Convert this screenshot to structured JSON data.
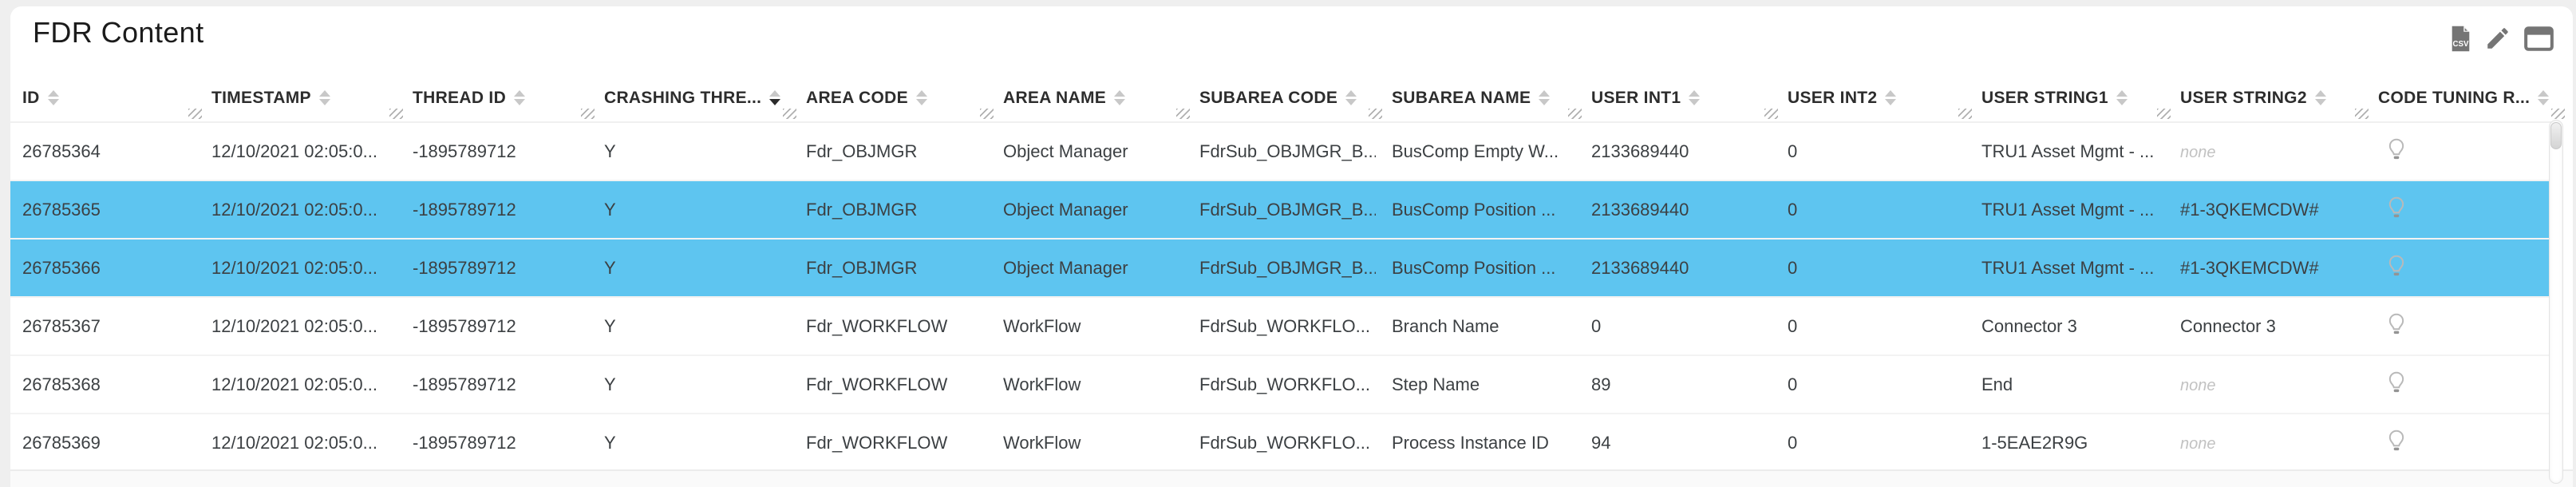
{
  "panel": {
    "title": "FDR Content"
  },
  "toolbar": {
    "csv_label": "CSV",
    "icons": [
      {
        "name": "export-csv-icon"
      },
      {
        "name": "edit-pencil-icon"
      },
      {
        "name": "popout-window-icon"
      }
    ]
  },
  "colors": {
    "selection_blue": "#5ec5f0",
    "icon_gray": "#757575",
    "muted_text": "#c2c2c2",
    "header_text": "#2d2d2d",
    "cell_text": "#3c4043"
  },
  "table": {
    "sorted_column": "crashing_thread",
    "sort_direction": "desc",
    "code_tuning_icon": "lightbulb-icon",
    "columns": [
      {
        "key": "id",
        "label": "ID",
        "sort": "none"
      },
      {
        "key": "timestamp",
        "label": "TIMESTAMP",
        "sort": "none"
      },
      {
        "key": "thread_id",
        "label": "THREAD ID",
        "sort": "none"
      },
      {
        "key": "crashing_thread",
        "label": "CRASHING THRE...",
        "sort": "desc"
      },
      {
        "key": "area_code",
        "label": "AREA CODE",
        "sort": "none"
      },
      {
        "key": "area_name",
        "label": "AREA NAME",
        "sort": "none"
      },
      {
        "key": "subarea_code",
        "label": "SUBAREA CODE",
        "sort": "none"
      },
      {
        "key": "subarea_name",
        "label": "SUBAREA NAME",
        "sort": "none"
      },
      {
        "key": "user_int1",
        "label": "USER INT1",
        "sort": "none"
      },
      {
        "key": "user_int2",
        "label": "USER INT2",
        "sort": "none"
      },
      {
        "key": "user_string1",
        "label": "USER STRING1",
        "sort": "none"
      },
      {
        "key": "user_string2",
        "label": "USER STRING2",
        "sort": "none"
      },
      {
        "key": "code_tuning",
        "label": "CODE TUNING R...",
        "sort": "none"
      }
    ],
    "rows": [
      {
        "selected": false,
        "cells": [
          "26785364",
          "12/10/2021 02:05:0...",
          "-1895789712",
          "Y",
          "Fdr_OBJMGR",
          "Object Manager",
          "FdrSub_OBJMGR_B...",
          "BusComp Empty W...",
          "2133689440",
          "0",
          "TRU1 Asset Mgmt - ...",
          "none"
        ]
      },
      {
        "selected": true,
        "cells": [
          "26785365",
          "12/10/2021 02:05:0...",
          "-1895789712",
          "Y",
          "Fdr_OBJMGR",
          "Object Manager",
          "FdrSub_OBJMGR_B...",
          "BusComp Position ...",
          "2133689440",
          "0",
          "TRU1 Asset Mgmt - ...",
          "#1-3QKEMCDW#"
        ]
      },
      {
        "selected": true,
        "cells": [
          "26785366",
          "12/10/2021 02:05:0...",
          "-1895789712",
          "Y",
          "Fdr_OBJMGR",
          "Object Manager",
          "FdrSub_OBJMGR_B...",
          "BusComp Position ...",
          "2133689440",
          "0",
          "TRU1 Asset Mgmt - ...",
          "#1-3QKEMCDW#"
        ]
      },
      {
        "selected": false,
        "cells": [
          "26785367",
          "12/10/2021 02:05:0...",
          "-1895789712",
          "Y",
          "Fdr_WORKFLOW",
          "WorkFlow",
          "FdrSub_WORKFLO...",
          "Branch Name",
          "0",
          "0",
          "Connector 3",
          "Connector 3"
        ]
      },
      {
        "selected": false,
        "cells": [
          "26785368",
          "12/10/2021 02:05:0...",
          "-1895789712",
          "Y",
          "Fdr_WORKFLOW",
          "WorkFlow",
          "FdrSub_WORKFLO...",
          "Step Name",
          "89",
          "0",
          "End",
          "none"
        ]
      },
      {
        "selected": false,
        "cells": [
          "26785369",
          "12/10/2021 02:05:0...",
          "-1895789712",
          "Y",
          "Fdr_WORKFLOW",
          "WorkFlow",
          "FdrSub_WORKFLO...",
          "Process Instance ID",
          "94",
          "0",
          "1-5EAE2R9G",
          "none"
        ]
      }
    ]
  }
}
